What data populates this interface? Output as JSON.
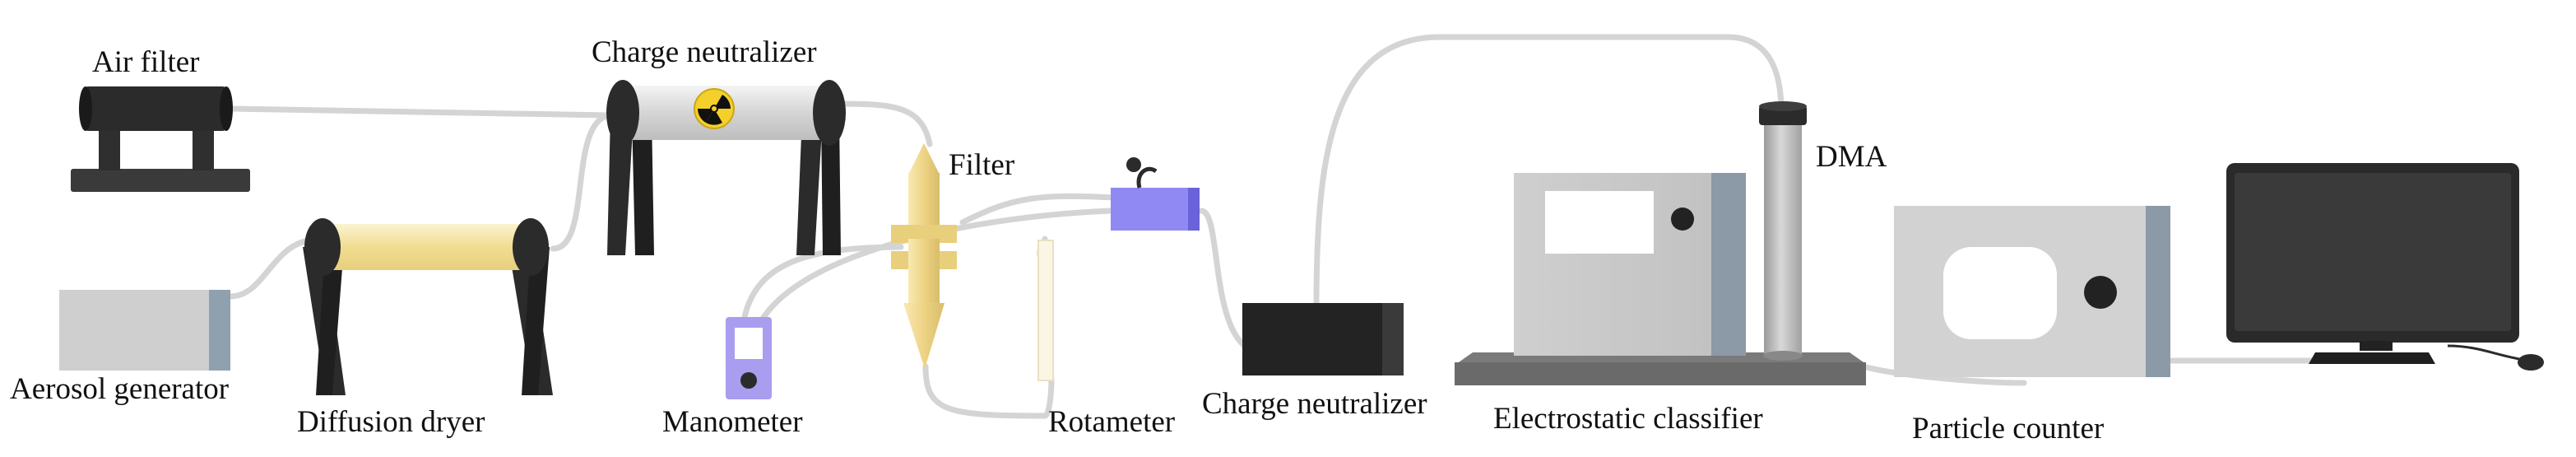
{
  "labels": {
    "air_filter": "Air filter",
    "aerosol_generator": "Aerosol generator",
    "diffusion_dryer": "Diffusion dryer",
    "charge_neutralizer_1": "Charge neutralizer",
    "filter": "Filter",
    "manometer": "Manometer",
    "rotameter": "Rotameter",
    "charge_neutralizer_2": "Charge neutralizer",
    "dma": "DMA",
    "electrostatic_classifier": "Electrostatic classifier",
    "particle_counter": "Particle counter"
  },
  "icons": {
    "radiation": "radiation-icon"
  },
  "colors": {
    "tube": "#d3d3d3",
    "dark": "#2b2b2b",
    "dryer_body": "#f3e7b6",
    "neutralizer_body": "#dcdcdc",
    "filter_gold": "#f0d98c",
    "manometer": "#a99df0",
    "sensor": "#8f86f0",
    "classifier_body": "#c8c8c8",
    "classifier_side": "#8b9aa6",
    "monitor": "#2a2a2a"
  }
}
